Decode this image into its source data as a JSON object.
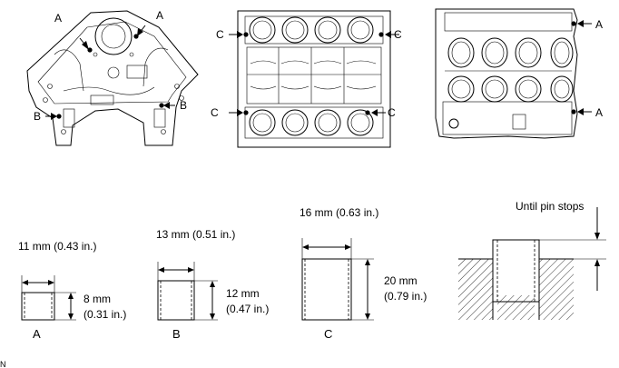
{
  "engine_views": {
    "front_labels": {
      "a_left": "A",
      "a_right": "A",
      "b_left": "B",
      "b_right": "B"
    },
    "top_labels": {
      "c_tl": "C",
      "c_tr": "C",
      "c_bl": "C",
      "c_br": "C"
    },
    "side_labels": {
      "a_top": "A",
      "a_bottom": "A"
    }
  },
  "pins": {
    "a": {
      "diameter": "11 mm (0.43 in.)",
      "height_mm": "8 mm",
      "height_in": "(0.31 in.)",
      "label": "A"
    },
    "b": {
      "diameter": "13 mm (0.51 in.)",
      "height_mm": "12 mm",
      "height_in": "(0.47 in.)",
      "label": "B"
    },
    "c": {
      "diameter": "16 mm (0.63 in.)",
      "height_mm": "20 mm",
      "height_in": "(0.79 in.)",
      "label": "C"
    }
  },
  "install": {
    "note": "Until pin stops"
  },
  "footer": {
    "code": "N"
  }
}
